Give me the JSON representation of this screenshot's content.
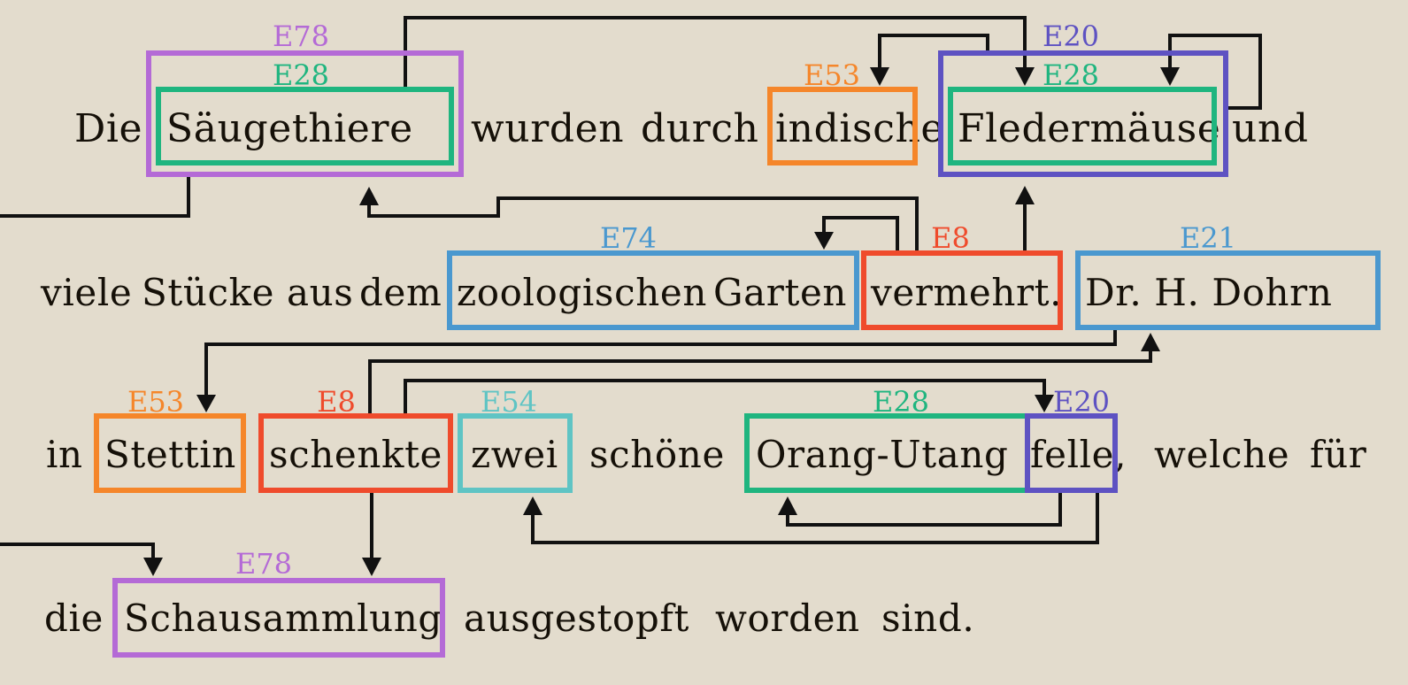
{
  "colors": {
    "E78": "#b46ad6",
    "E28": "#1fb57f",
    "E53": "#f5862a",
    "E20": "#5e52c2",
    "E74": "#4a98cf",
    "E8": "#ef4b2c",
    "E21": "#4a98cf",
    "E54": "#5fc4c4"
  },
  "lines": [
    [
      "Die",
      "Säugethiere",
      "wurden",
      "durch",
      "indische",
      "Fledermäuse",
      "und"
    ],
    [
      "viele",
      "Stücke",
      "aus",
      "dem",
      "zoologischen",
      "Garten",
      "vermehrt.",
      "Dr. H. Dohrn"
    ],
    [
      "in",
      "Stettin",
      "schenkte",
      "zwei",
      "schöne",
      "Orang-Utang",
      "felle,",
      "welche",
      "für"
    ],
    [
      "die",
      "Schausammlung",
      "ausgestopft",
      "worden",
      "sind."
    ]
  ],
  "entities": [
    {
      "type": "E78",
      "text": "Säugethiere"
    },
    {
      "type": "E28",
      "text": "Säugethiere"
    },
    {
      "type": "E53",
      "text": "indische"
    },
    {
      "type": "E20",
      "text": "Fledermäuse"
    },
    {
      "type": "E28",
      "text": "Fledermäuse"
    },
    {
      "type": "E74",
      "text": "zoologischen Garten"
    },
    {
      "type": "E8",
      "text": "vermehrt."
    },
    {
      "type": "E21",
      "text": "Dr. H. Dohrn"
    },
    {
      "type": "E53",
      "text": "Stettin"
    },
    {
      "type": "E8",
      "text": "schenkte"
    },
    {
      "type": "E54",
      "text": "zwei"
    },
    {
      "type": "E28",
      "text": "Orang-Utang"
    },
    {
      "type": "E20",
      "text": "felle"
    },
    {
      "type": "E78",
      "text": "Schausammlung"
    }
  ]
}
